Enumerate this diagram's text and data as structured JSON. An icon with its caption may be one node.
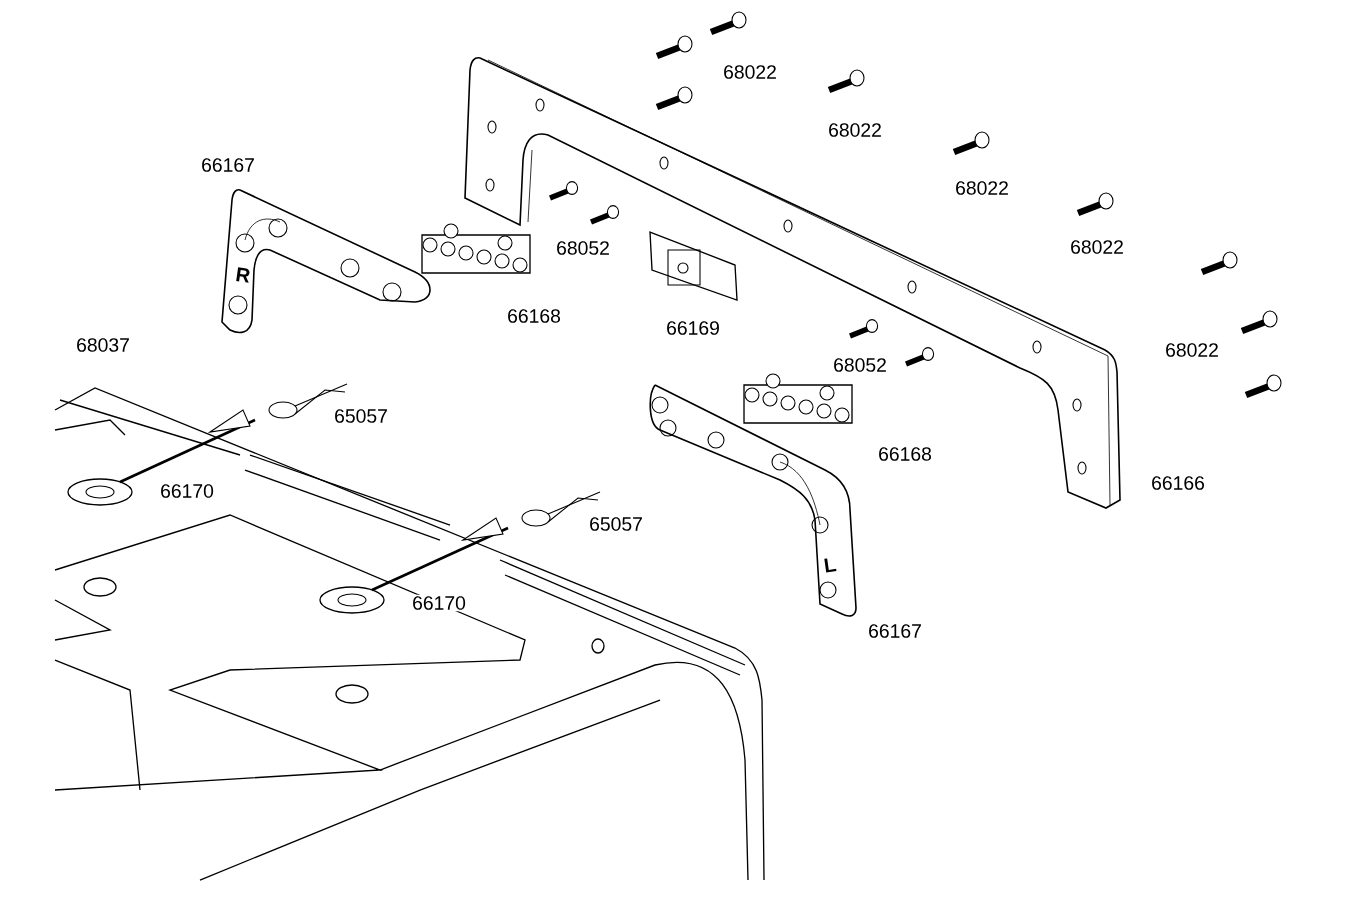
{
  "diagram": {
    "labels": [
      "68022",
      "68022",
      "66167",
      "68022",
      "68052",
      "68022",
      "R",
      "66168",
      "66169",
      "68037",
      "68022",
      "68052",
      "65057",
      "66168",
      "66166",
      "66170",
      "65057",
      "L",
      "66170",
      "66167"
    ]
  }
}
